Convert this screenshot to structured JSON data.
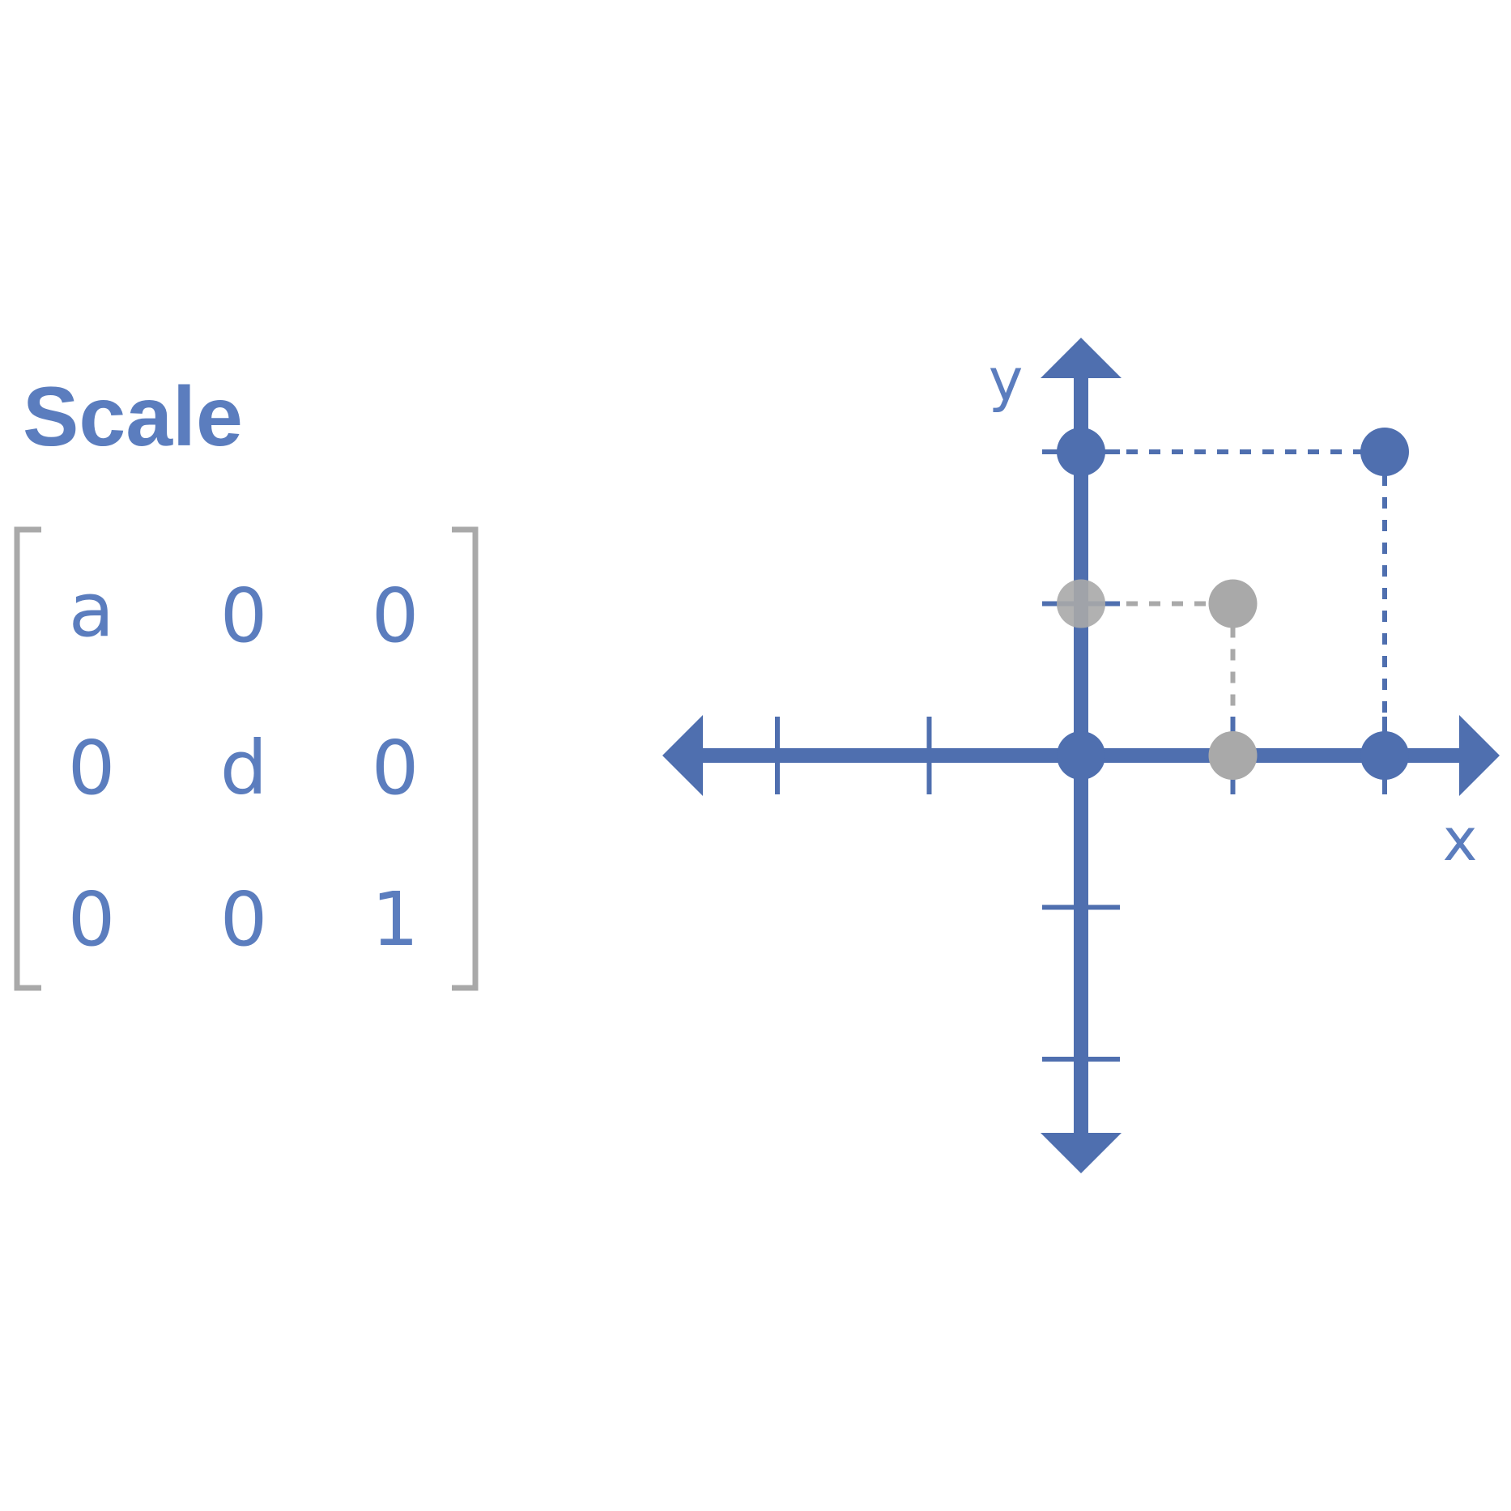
{
  "title": "Scale",
  "matrix": {
    "rows": [
      [
        "a",
        "0",
        "0"
      ],
      [
        "0",
        "d",
        "0"
      ],
      [
        "0",
        "0",
        "1"
      ]
    ]
  },
  "axes": {
    "x_label": "x",
    "y_label": "y"
  },
  "colors": {
    "primary": "#4F6FAF",
    "text": "#5B7DBE",
    "gray": "#A9A9A9",
    "background": "#FFFFFF"
  },
  "points": {
    "original": [
      {
        "x": 0,
        "y": 0
      },
      {
        "x": 1,
        "y": 0
      },
      {
        "x": 0,
        "y": 1
      },
      {
        "x": 1,
        "y": 1
      }
    ],
    "scaled": [
      {
        "x": 0,
        "y": 0
      },
      {
        "x": 2,
        "y": 0
      },
      {
        "x": 0,
        "y": 2
      },
      {
        "x": 2,
        "y": 2
      }
    ]
  },
  "grid": {
    "x_ticks": [
      -2,
      -1,
      1,
      2
    ],
    "y_ticks": [
      -2,
      -1,
      1,
      2
    ]
  }
}
